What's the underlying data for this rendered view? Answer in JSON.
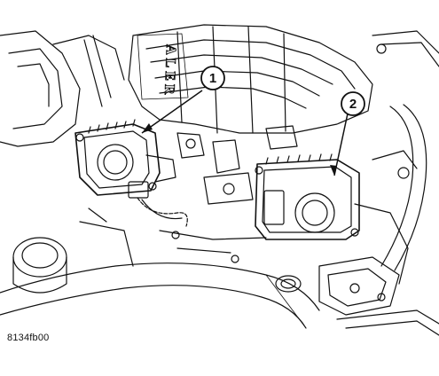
{
  "figure_id": "8134fb00",
  "callouts": [
    {
      "number": "1"
    },
    {
      "number": "2"
    }
  ],
  "engraved_text": "ALER",
  "colors": {
    "ink": "#111111",
    "paper": "#ffffff"
  }
}
